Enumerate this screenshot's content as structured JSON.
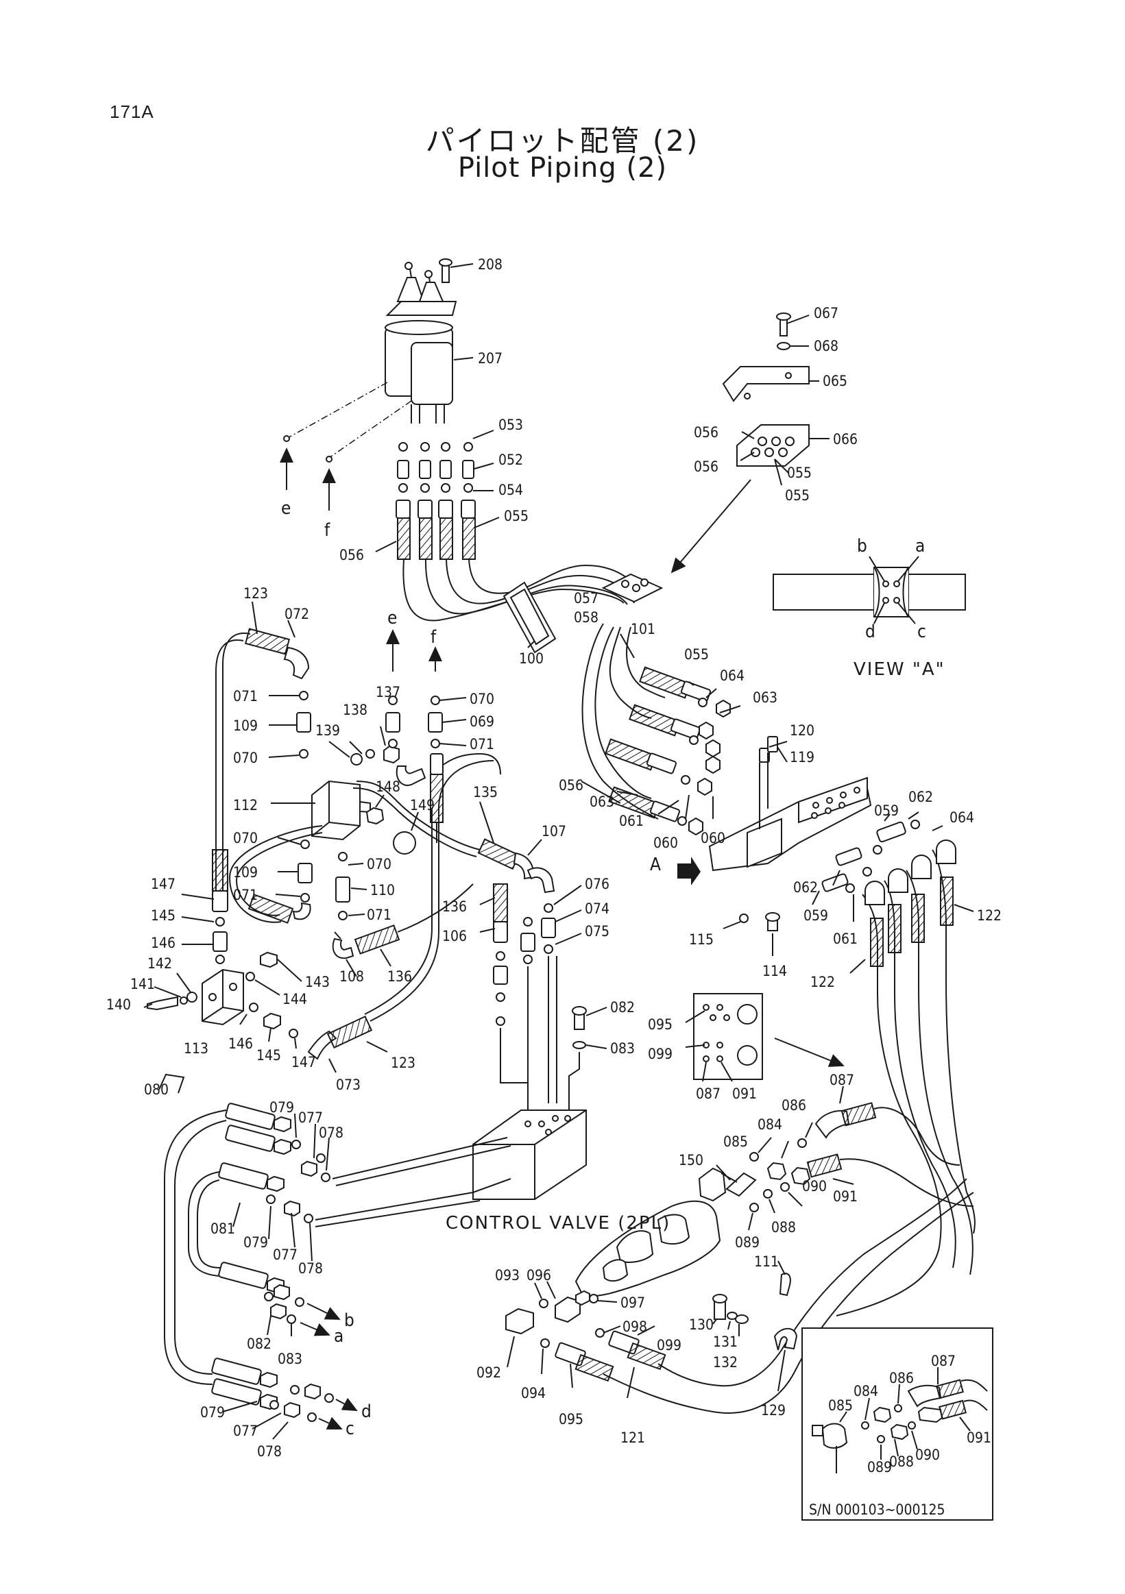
{
  "page_number": "171A",
  "title_jp": "パイロット配管 (2)",
  "title_en": "Pilot Piping (2)",
  "labels": {
    "control_valve": "CONTROL VALVE (2PL)",
    "view_a": "VIEW \"A\"",
    "serial_note": "S/N 000103~000125",
    "arrow_a": "A"
  },
  "letters": {
    "e": "e",
    "f": "f",
    "a": "a",
    "b": "b",
    "c": "c",
    "d": "d"
  },
  "part_numbers": [
    "208",
    "207",
    "067",
    "068",
    "065",
    "056",
    "066",
    "055",
    "053",
    "052",
    "054",
    "123",
    "072",
    "057",
    "058",
    "100",
    "101",
    "064",
    "063",
    "120",
    "119",
    "059",
    "062",
    "060",
    "061",
    "122",
    "070",
    "069",
    "071",
    "137",
    "138",
    "139",
    "109",
    "112",
    "148",
    "149",
    "135",
    "107",
    "076",
    "074",
    "075",
    "136",
    "106",
    "110",
    "147",
    "145",
    "146",
    "142",
    "141",
    "140",
    "113",
    "144",
    "143",
    "108",
    "073",
    "082",
    "083",
    "095",
    "099",
    "087",
    "091",
    "080",
    "079",
    "077",
    "078",
    "081",
    "086",
    "084",
    "085",
    "150",
    "090",
    "088",
    "089",
    "096",
    "093",
    "092",
    "097",
    "098",
    "094",
    "130",
    "131",
    "132",
    "111",
    "121",
    "129",
    "114",
    "115"
  ]
}
